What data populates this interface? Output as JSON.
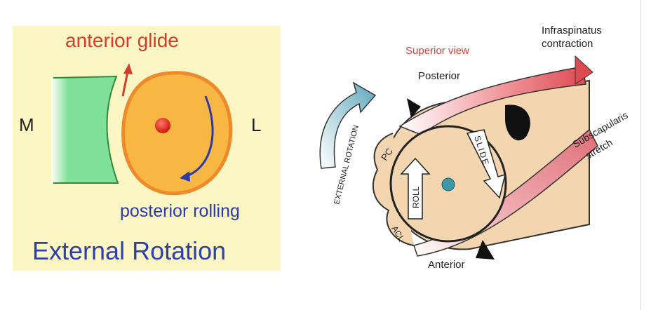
{
  "left_diagram": {
    "background_color": "#fbf6c4",
    "glenoid_color": "#7fe09a",
    "head_color": "#f8b642",
    "labels": {
      "anterior_glide": "anterior glide",
      "medial": "M",
      "lateral": "L",
      "posterior_rolling": "posterior rolling",
      "title": "External Rotation"
    },
    "colors": {
      "glide_text": "#d93a2b",
      "rolling_text": "#2a3aa8",
      "title_text": "#2b3fb0"
    }
  },
  "right_diagram": {
    "labels": {
      "view": "Superior view",
      "posterior": "Posterior",
      "anterior": "Anterior",
      "external_rotation": "EXTERNAL ROTATION",
      "infraspinatus_line1": "Infraspinatus",
      "infraspinatus_line2": "contraction",
      "subscapularis_line1": "Subscapularis",
      "subscapularis_line2": "stretch",
      "pc": "PC",
      "acl": "ACL",
      "roll": "ROLL",
      "slide": "SLIDE"
    },
    "colors": {
      "view_text": "#e0403a",
      "bone": "#f3d6b0",
      "muscle": "#e8808a",
      "rotation_arrow": "#6aaec0"
    }
  }
}
